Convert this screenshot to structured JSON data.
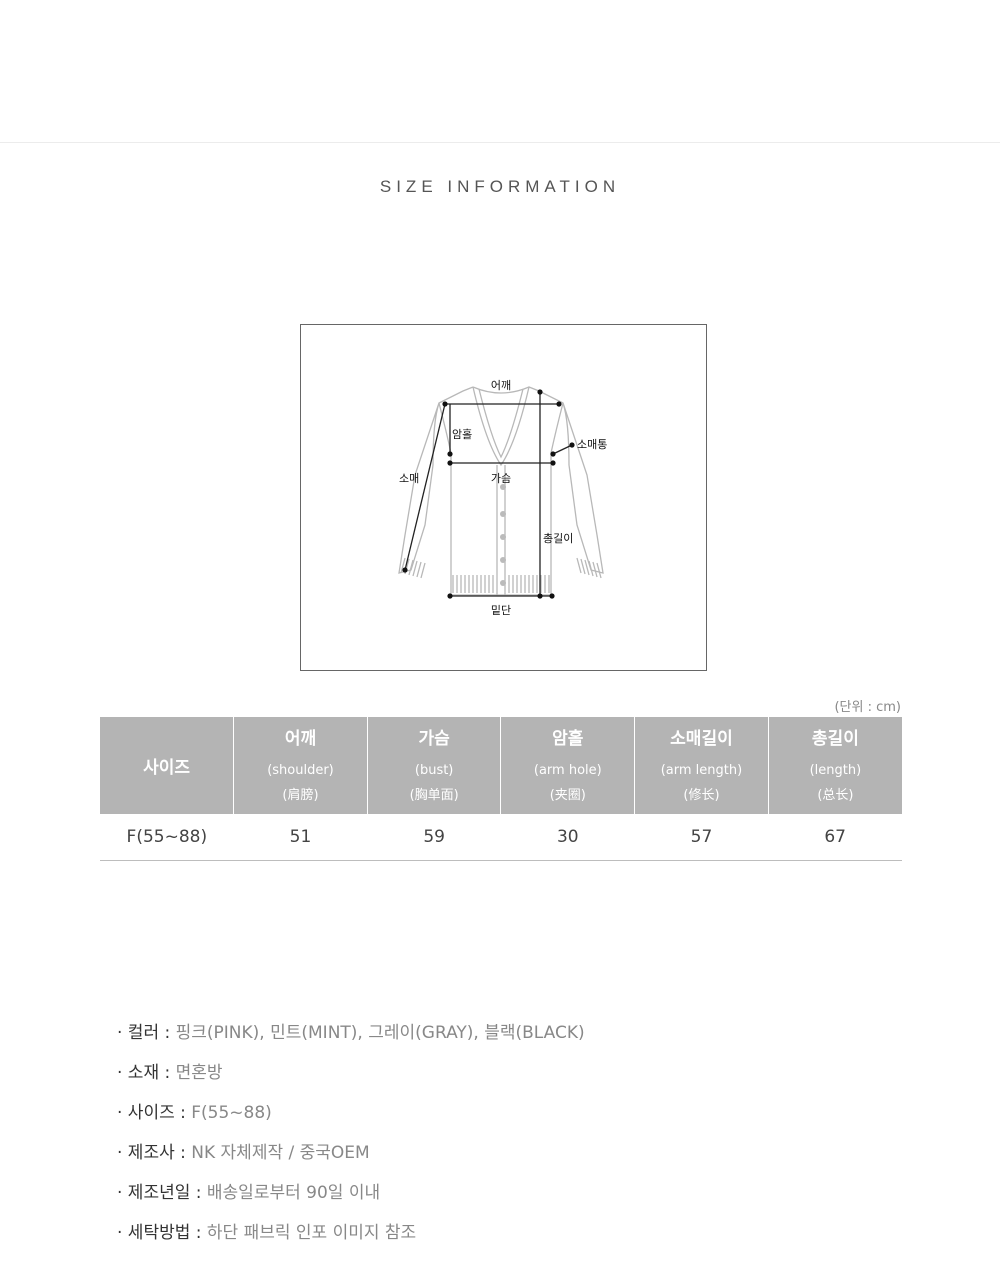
{
  "section_title": "SIZE INFORMATION",
  "diagram": {
    "labels": {
      "shoulder": "어깨",
      "armhole": "암홀",
      "sleeve_width": "소매통",
      "sleeve": "소매",
      "chest": "가슴",
      "length": "총길이",
      "hem": "밑단"
    }
  },
  "unit_note": "(단위 : cm)",
  "table": {
    "first_header": "사이즈",
    "headers": [
      {
        "ko": "어깨",
        "en": "(shoulder)",
        "cn": "(肩膀)"
      },
      {
        "ko": "가슴",
        "en": "(bust)",
        "cn": "(胸单面)"
      },
      {
        "ko": "암홀",
        "en": "(arm hole)",
        "cn": "(夹圈)"
      },
      {
        "ko": "소매길이",
        "en": "(arm length)",
        "cn": "(修长)"
      },
      {
        "ko": "총길이",
        "en": "(length)",
        "cn": "(总长)"
      }
    ],
    "rows": [
      {
        "size": "F(55~88)",
        "values": [
          "51",
          "59",
          "30",
          "57",
          "67"
        ]
      }
    ]
  },
  "info": [
    {
      "label": "· 컬러 : ",
      "value": "핑크(PINK), 민트(MINT), 그레이(GRAY), 블랙(BLACK)"
    },
    {
      "label": "· 소재 : ",
      "value": "면혼방"
    },
    {
      "label": "· 사이즈 : ",
      "value": "F(55~88)"
    },
    {
      "label": "· 제조사 : ",
      "value": "NK 자체제작 / 중국OEM"
    },
    {
      "label": "· 제조년일 : ",
      "value": "배송일로부터 90일 이내"
    },
    {
      "label": "· 세탁방법 : ",
      "value": "하단 패브릭 인포 이미지 참조"
    }
  ]
}
